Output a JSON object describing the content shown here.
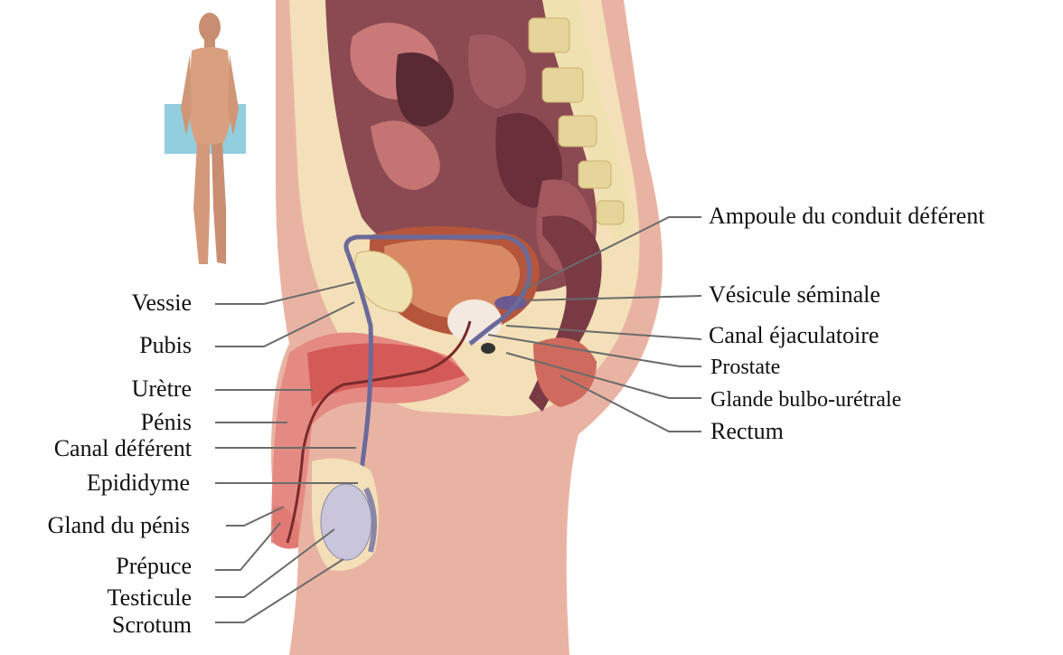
{
  "labels_left": [
    {
      "id": "vessie",
      "text": "Vessie"
    },
    {
      "id": "pubis",
      "text": "Pubis"
    },
    {
      "id": "uretre",
      "text": "Urètre"
    },
    {
      "id": "penis",
      "text": "Pénis"
    },
    {
      "id": "canal-deferent",
      "text": "Canal déférent"
    },
    {
      "id": "epididyme",
      "text": "Epididyme"
    },
    {
      "id": "gland",
      "text": "Gland du pénis"
    },
    {
      "id": "prepuce",
      "text": "Prépuce"
    },
    {
      "id": "testicule",
      "text": "Testicule"
    },
    {
      "id": "scrotum",
      "text": "Scrotum"
    }
  ],
  "labels_right": [
    {
      "id": "ampoule",
      "text": "Ampoule du conduit déférent"
    },
    {
      "id": "vesicule",
      "text": "Vésicule séminale"
    },
    {
      "id": "canal-ejac",
      "text": "Canal éjaculatoire"
    },
    {
      "id": "prostate",
      "text": "Prostate"
    },
    {
      "id": "glande",
      "text": "Glande bulbo-urétrale"
    },
    {
      "id": "rectum",
      "text": "Rectum"
    }
  ],
  "colors": {
    "skin": "#e9b3a3",
    "skin_dark": "#d98f80",
    "fat": "#f3e0b8",
    "bone": "#efe2b0",
    "muscle": "#e58a82",
    "organ_cavity": "#7a3a44",
    "bladder": "#b5553b",
    "testis": "#c9c6dc",
    "leader_line": "#6b6b6b",
    "highlight_box": "#7fc6d8"
  }
}
